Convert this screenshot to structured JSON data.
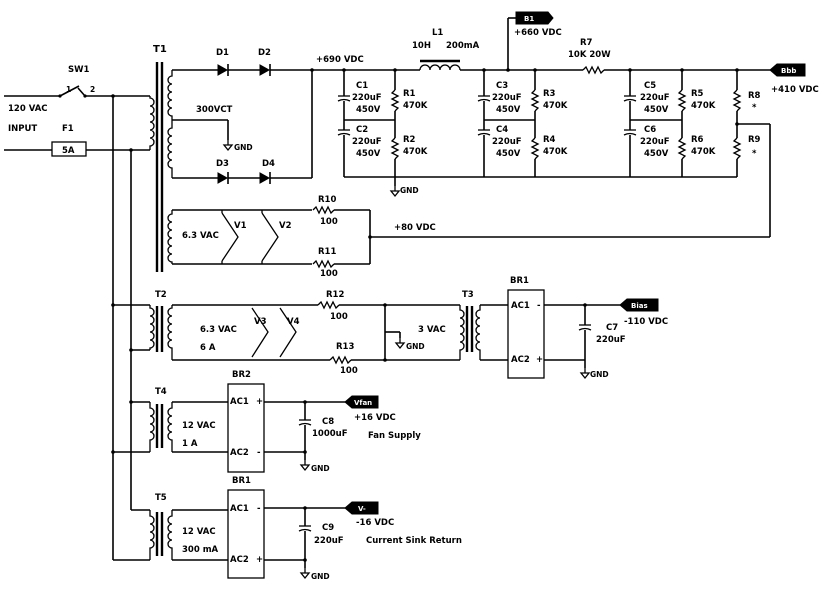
{
  "input": {
    "voltage": "120 VAC",
    "label": "INPUT",
    "switch": "SW1",
    "switch_pin1": "1",
    "switch_pin2": "2",
    "fuse": "F1",
    "fuse_rating": "5A"
  },
  "transformers": {
    "t1": "T1",
    "t1_ct": "300VCT",
    "t1_fil": "6.3 VAC",
    "t2": "T2",
    "t2_v": "6.3 VAC",
    "t2_a": "6 A",
    "t3": "T3",
    "t3_v": "3 VAC",
    "t4": "T4",
    "t4_v": "12 VAC",
    "t4_a": "1 A",
    "t5": "T5",
    "t5_v": "12 VAC",
    "t5_a": "300 mA"
  },
  "diodes": [
    "D1",
    "D2",
    "D3",
    "D4"
  ],
  "choke": {
    "name": "L1",
    "l": "10H",
    "i": "200mA"
  },
  "caps": [
    {
      "name": "C1",
      "val": "220uF",
      "v": "450V"
    },
    {
      "name": "C2",
      "val": "220uF",
      "v": "450V"
    },
    {
      "name": "C3",
      "val": "220uF",
      "v": "450V"
    },
    {
      "name": "C4",
      "val": "220uF",
      "v": "450V"
    },
    {
      "name": "C5",
      "val": "220uF",
      "v": "450V"
    },
    {
      "name": "C6",
      "val": "220uF",
      "v": "450V"
    }
  ],
  "resistors": [
    {
      "name": "R1",
      "val": "470K"
    },
    {
      "name": "R2",
      "val": "470K"
    },
    {
      "name": "R3",
      "val": "470K"
    },
    {
      "name": "R4",
      "val": "470K"
    },
    {
      "name": "R5",
      "val": "470K"
    },
    {
      "name": "R6",
      "val": "470K"
    },
    {
      "name": "R8",
      "val": "*"
    },
    {
      "name": "R9",
      "val": "*"
    }
  ],
  "r7": {
    "name": "R7",
    "val": "10K  20W"
  },
  "filament_res": [
    {
      "name": "R10",
      "val": "100"
    },
    {
      "name": "R11",
      "val": "100"
    },
    {
      "name": "R12",
      "val": "100"
    },
    {
      "name": "R13",
      "val": "100"
    }
  ],
  "valves": [
    "V1",
    "V2",
    "V3",
    "V4"
  ],
  "voltages": {
    "v690": "+690 VDC",
    "v660": "+660 VDC",
    "v410": "+410 VDC",
    "v80": "+80 VDC",
    "vm110": "-110 VDC",
    "v16": "+16 VDC",
    "vm16": "-16 VDC"
  },
  "flags": {
    "b1": "B1",
    "bbb": "Bbb",
    "bias": "Bias",
    "vfan": "Vfan",
    "vminus": "V-"
  },
  "gnd": "GND",
  "bridges": [
    {
      "name": "BR1",
      "ac1": "AC1",
      "ac2": "AC2",
      "plus": "+",
      "minus": "-"
    },
    {
      "name": "BR2",
      "ac1": "AC1",
      "ac2": "AC2",
      "plus": "+",
      "minus": "-"
    },
    {
      "name": "BR1",
      "ac1": "AC1",
      "ac2": "AC2",
      "plus": "+",
      "minus": "-"
    }
  ],
  "low_caps": [
    {
      "name": "C7",
      "val": "220uF"
    },
    {
      "name": "C8",
      "val": "1000uF"
    },
    {
      "name": "C9",
      "val": "220uF"
    }
  ],
  "notes": {
    "fan": "Fan Supply",
    "sink": "Current Sink Return"
  }
}
